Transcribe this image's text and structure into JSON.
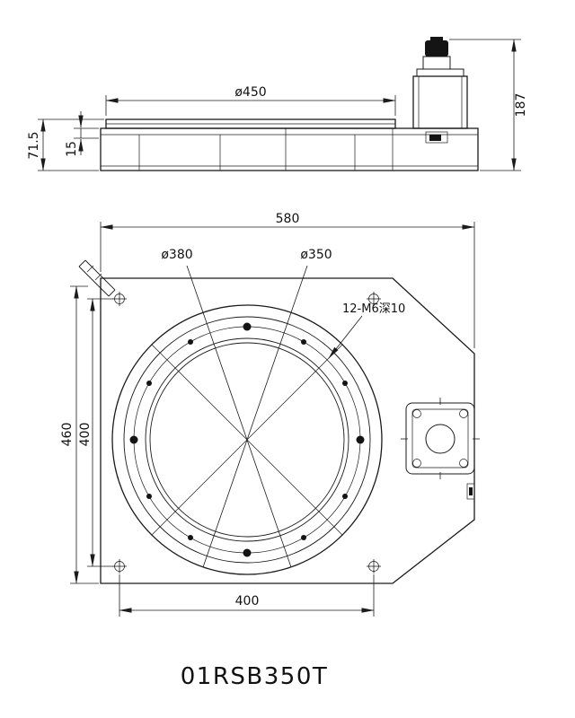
{
  "drawing": {
    "title": "01RSB350T",
    "ink_color": "#1b1b1b"
  },
  "side_view": {
    "dims": {
      "top_plate_diameter": "ø450",
      "overall_height": "187",
      "body_height": "71.5",
      "plate_step": "15"
    }
  },
  "plan_view": {
    "dims": {
      "overall_width": "580",
      "outer_circle_diameter": "ø380",
      "inner_circle_diameter": "ø350",
      "bolt_pattern_note": "12-M6深10",
      "overall_depth": "460",
      "hole_spacing_vertical": "400",
      "hole_spacing_horizontal": "400"
    }
  }
}
